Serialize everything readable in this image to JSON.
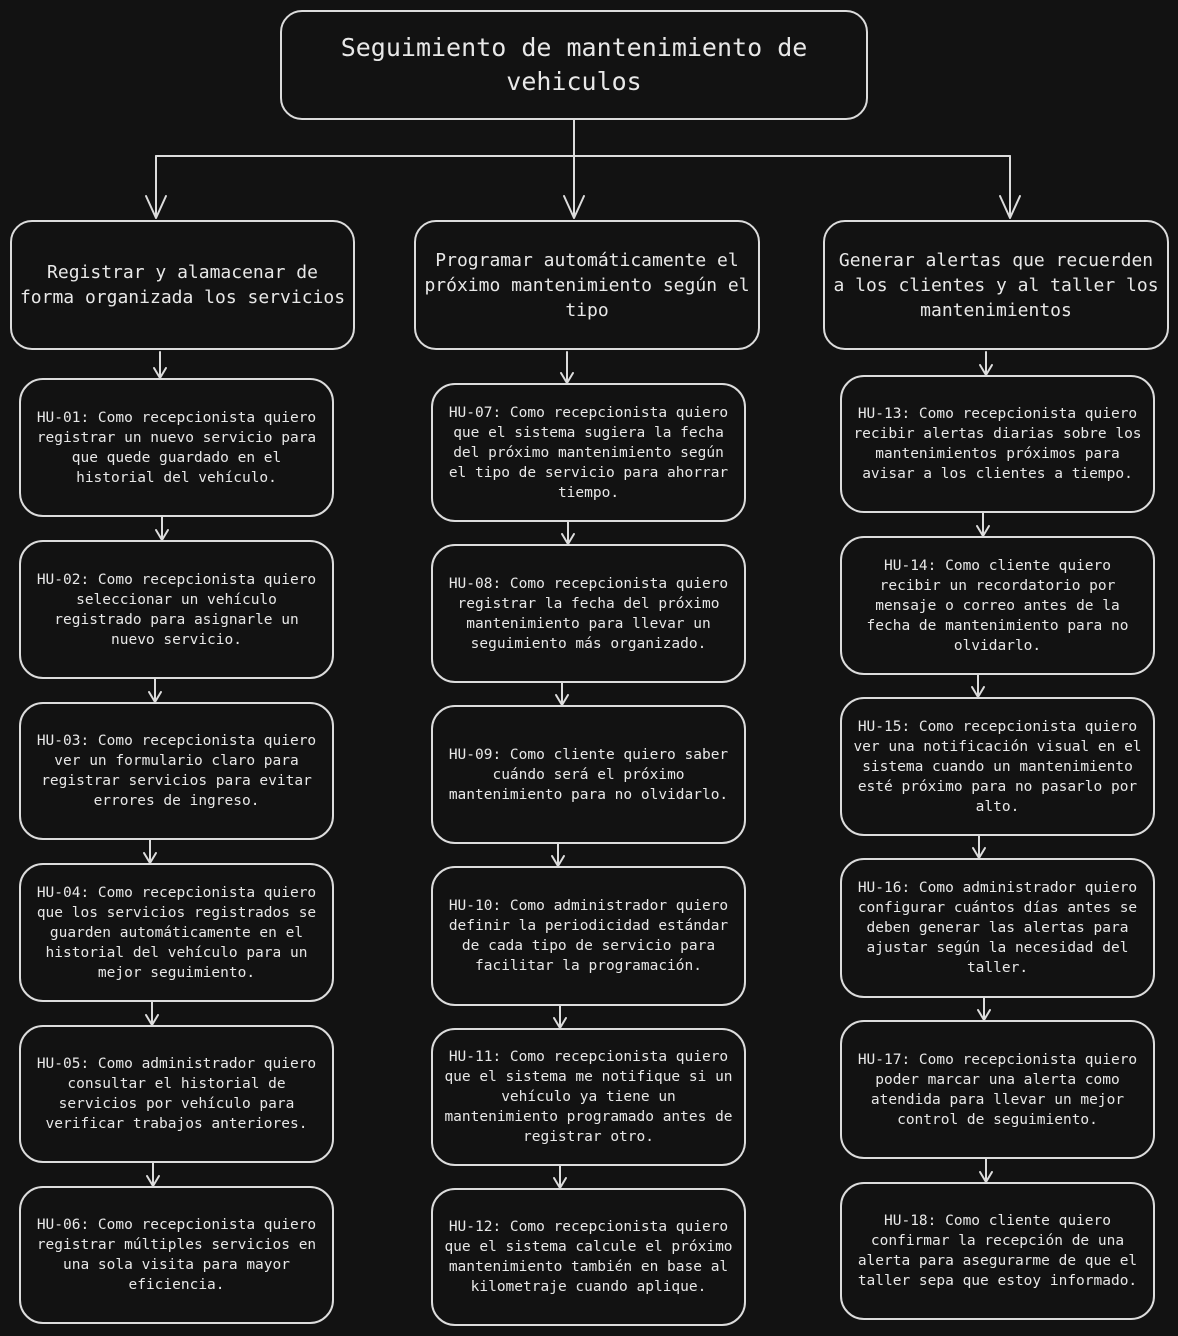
{
  "title": "Seguimiento de mantenimiento de vehiculos",
  "categories": [
    {
      "title": "Registrar y alamacenar de forma organizada los servicios",
      "stories": [
        "HU-01: Como recepcionista quiero registrar un nuevo servicio para que quede guardado en el historial del vehículo.",
        "HU-02: Como recepcionista quiero seleccionar un vehículo registrado para asignarle un nuevo servicio.",
        "HU-03: Como recepcionista quiero ver un formulario claro para registrar servicios para evitar errores de ingreso.",
        "HU-04: Como recepcionista quiero que los servicios registrados se guarden automáticamente en el historial del vehículo para un mejor seguimiento.",
        "HU-05: Como administrador quiero consultar el historial de servicios por vehículo para verificar trabajos anteriores.",
        "HU-06: Como recepcionista quiero registrar múltiples servicios en una sola visita para mayor eficiencia."
      ]
    },
    {
      "title": "Programar automáticamente el próximo mantenimiento según el tipo",
      "stories": [
        "HU-07: Como recepcionista quiero que el sistema sugiera la fecha del próximo mantenimiento según el tipo de servicio para ahorrar tiempo.",
        "HU-08: Como recepcionista quiero registrar la fecha del próximo mantenimiento para llevar un seguimiento más organizado.",
        "HU-09: Como cliente quiero saber cuándo será el próximo mantenimiento para no olvidarlo.",
        "HU-10: Como administrador quiero definir la periodicidad estándar de cada tipo de servicio para facilitar la programación.",
        "HU-11: Como recepcionista quiero que el sistema me notifique si un vehículo ya tiene un mantenimiento programado antes de registrar otro.",
        "HU-12: Como recepcionista quiero que el sistema calcule el próximo mantenimiento también en base al kilometraje cuando aplique."
      ]
    },
    {
      "title": "Generar alertas que recuerden a los clientes y al taller los mantenimientos",
      "stories": [
        "HU-13: Como recepcionista quiero recibir alertas diarias sobre los mantenimientos próximos para avisar a los clientes a tiempo.",
        "HU-14: Como cliente quiero recibir un recordatorio por mensaje o correo antes de la fecha de mantenimiento para no olvidarlo.",
        "HU-15: Como recepcionista quiero ver una notificación visual en el sistema cuando un mantenimiento esté próximo para no pasarlo por alto.",
        "HU-16: Como administrador quiero configurar cuántos días antes se deben generar las alertas para ajustar según la necesidad del taller.",
        "HU-17: Como recepcionista quiero poder marcar una alerta como atendida para llevar un mejor control de seguimiento.",
        "HU-18: Como cliente quiero confirmar la recepción de una alerta para asegurarme de que el taller sepa que estoy informado."
      ]
    }
  ]
}
